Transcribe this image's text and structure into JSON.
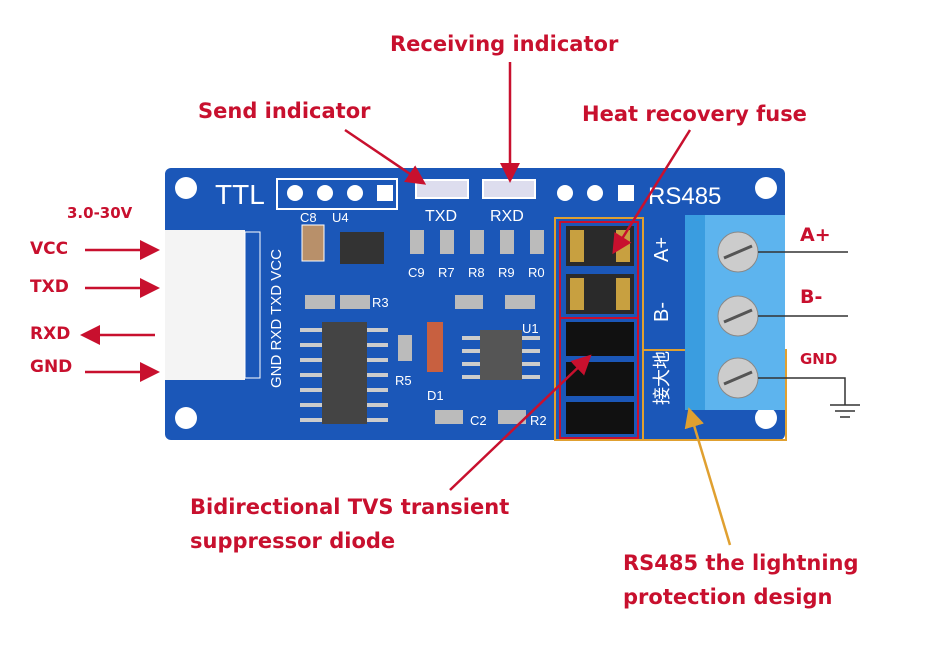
{
  "callouts": {
    "send_indicator": "Send indicator",
    "receiving_indicator": "Receiving indicator",
    "heat_recovery_fuse": "Heat recovery fuse",
    "tvs_line1": "Bidirectional TVS transient",
    "tvs_line2": "suppressor diode",
    "lightning_line1": "RS485 the lightning",
    "lightning_line2": "protection design"
  },
  "ttl_pins": {
    "voltage": "3.0-30V",
    "vcc": "VCC",
    "txd": "TXD",
    "rxd": "RXD",
    "gnd": "GND"
  },
  "rs485_pins": {
    "a_plus": "A+",
    "b_minus": "B-",
    "gnd": "GND"
  },
  "board_silkscreen": {
    "ttl": "TTL",
    "rs485": "RS485",
    "txd": "TXD",
    "rxd": "RXD",
    "connector": "GND RXD TXD VCC",
    "a_plus": "A+",
    "b_minus": "B-",
    "ground_cn": "接大地",
    "c8": "C8",
    "u4": "U4",
    "c9": "C9",
    "r7": "R7",
    "r8": "R8",
    "r9": "R9",
    "r0": "R0",
    "r3": "R3",
    "r5": "R5",
    "d1": "D1",
    "u1": "U1",
    "c2": "C2",
    "r2": "R2"
  },
  "colors": {
    "callout": "#c8102e",
    "board": "#1b57b8",
    "terminal": "#3a9de0",
    "highlight_orange": "#e0a030",
    "highlight_red": "#c8102e"
  }
}
